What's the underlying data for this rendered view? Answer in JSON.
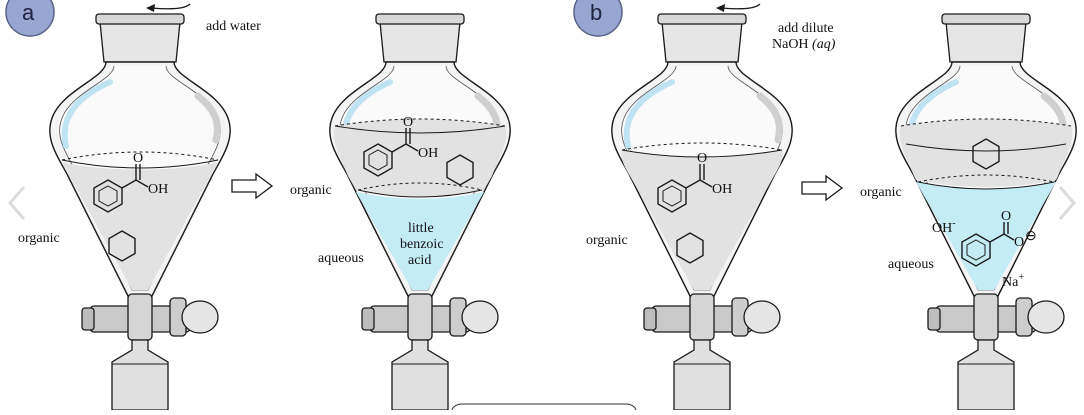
{
  "panels": {
    "a": {
      "badge": "a",
      "instruction": "add water",
      "funnel1": {
        "layer_label": "organic"
      },
      "funnel2": {
        "top_label": "organic",
        "bottom_label": "aqueous",
        "aqueous_text": [
          "little",
          "benzoic",
          "acid"
        ]
      }
    },
    "b": {
      "badge": "b",
      "instruction": [
        "add dilute",
        "NaOH"
      ],
      "instruction_italic": "(aq)",
      "funnel1": {
        "layer_label": "organic"
      },
      "funnel2": {
        "top_label": "organic",
        "bottom_label": "aqueous",
        "ion_oh": "OH",
        "ion_oh_sup": "-",
        "ion_na": "Na",
        "ion_na_sup": "+",
        "minus_sign": "⊖"
      }
    }
  },
  "molecule_labels": {
    "oxygen": "O",
    "hydroxyl": "OH"
  },
  "colors": {
    "badge_fill": "#9aa6d2",
    "aqueous": "#c4ecf5",
    "organic": "#e2e2e2",
    "glass_highlight": "#bfe3f2",
    "funnel_outline": "#1a1a1a"
  },
  "icons": {
    "process_arrow": "hollow-right-arrow",
    "nav_left": "chevron-left-icon",
    "nav_right": "chevron-right-icon"
  }
}
